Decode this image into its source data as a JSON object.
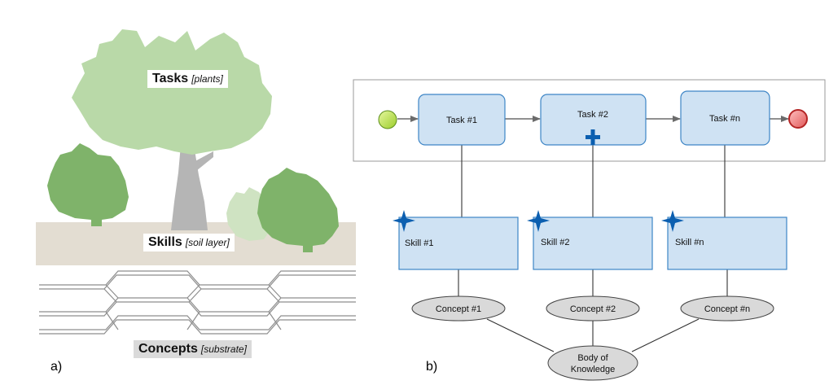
{
  "panel_a": {
    "letter": "a)",
    "tasks": {
      "title": "Tasks",
      "note": "[plants]"
    },
    "skills": {
      "title": "Skills",
      "note": "[soil layer]"
    },
    "concepts": {
      "title": "Concepts",
      "note": "[substrate]"
    }
  },
  "panel_b": {
    "letter": "b)",
    "tasks": [
      "Task #1",
      "Task #2",
      "Task #n"
    ],
    "skills": [
      "Skill #1",
      "Skill #2",
      "Skill #n"
    ],
    "concepts": [
      "Concept #1",
      "Concept #2",
      "Concept #n"
    ],
    "body_of_knowledge": [
      "Body of",
      "Knowledge"
    ]
  },
  "colors": {
    "box_fill": "#cfe2f3",
    "box_stroke": "#3d85c6",
    "cross_blue": "#0b5fb0",
    "start_event": "#c6e86a",
    "end_event": "#f28b8b",
    "ellipse_fill": "#d9d9d9",
    "tree_green": "#b9d9a8",
    "bush_green": "#7fb36a",
    "trunk_grey": "#b5b5b5",
    "soil": "#e3ddd2"
  }
}
